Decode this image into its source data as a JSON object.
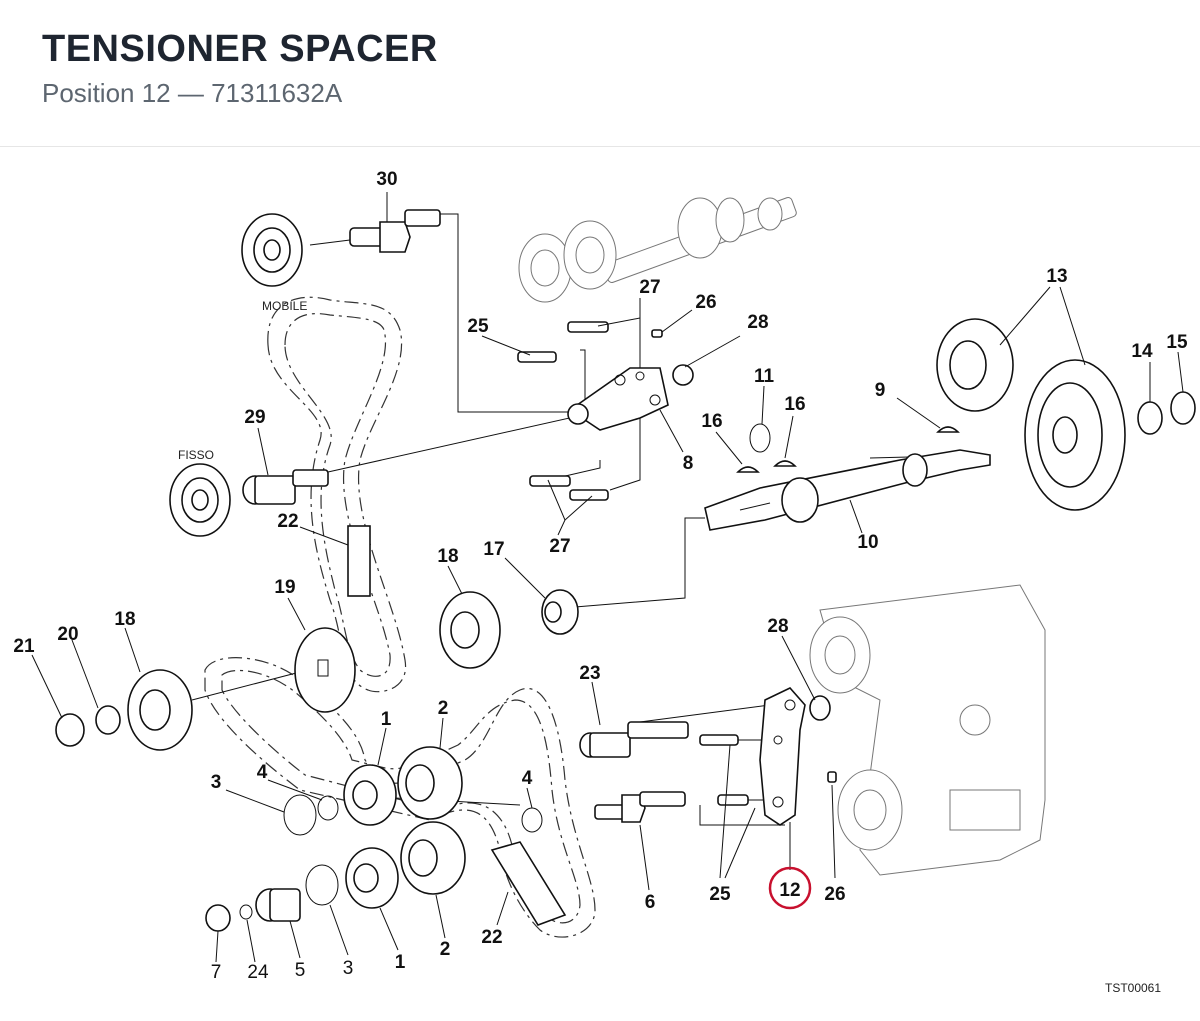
{
  "header": {
    "title": "TENSIONER SPACER",
    "subtitle": "Position 12 — 71311632A"
  },
  "diagram": {
    "highlight_color": "#c8102e",
    "highlighted_position": "12",
    "notes": {
      "mobile": "MOBILE",
      "fisso": "FISSO"
    },
    "drawing_code": "TST00061",
    "labels": {
      "l30": "30",
      "l27a": "27",
      "l26a": "26",
      "l25a": "25",
      "l28a": "28",
      "l13": "13",
      "l14": "14",
      "l15": "15",
      "l11": "11",
      "l9": "9",
      "l16a": "16",
      "l16b": "16",
      "l29": "29",
      "l8": "8",
      "l22a": "22",
      "l27b": "27",
      "l10": "10",
      "l18a": "18",
      "l17": "17",
      "l19": "19",
      "l20": "20",
      "l18b": "18",
      "l21": "21",
      "l28b": "28",
      "l23": "23",
      "l1a": "1",
      "l2a": "2",
      "l3a": "3",
      "l4a": "4",
      "l4b": "4",
      "l6": "6",
      "l25b": "25",
      "l12": "12",
      "l26b": "26",
      "l22b": "22",
      "l2b": "2",
      "l1b": "1",
      "l3b": "3",
      "l5": "5",
      "l24": "24",
      "l7": "7"
    }
  }
}
